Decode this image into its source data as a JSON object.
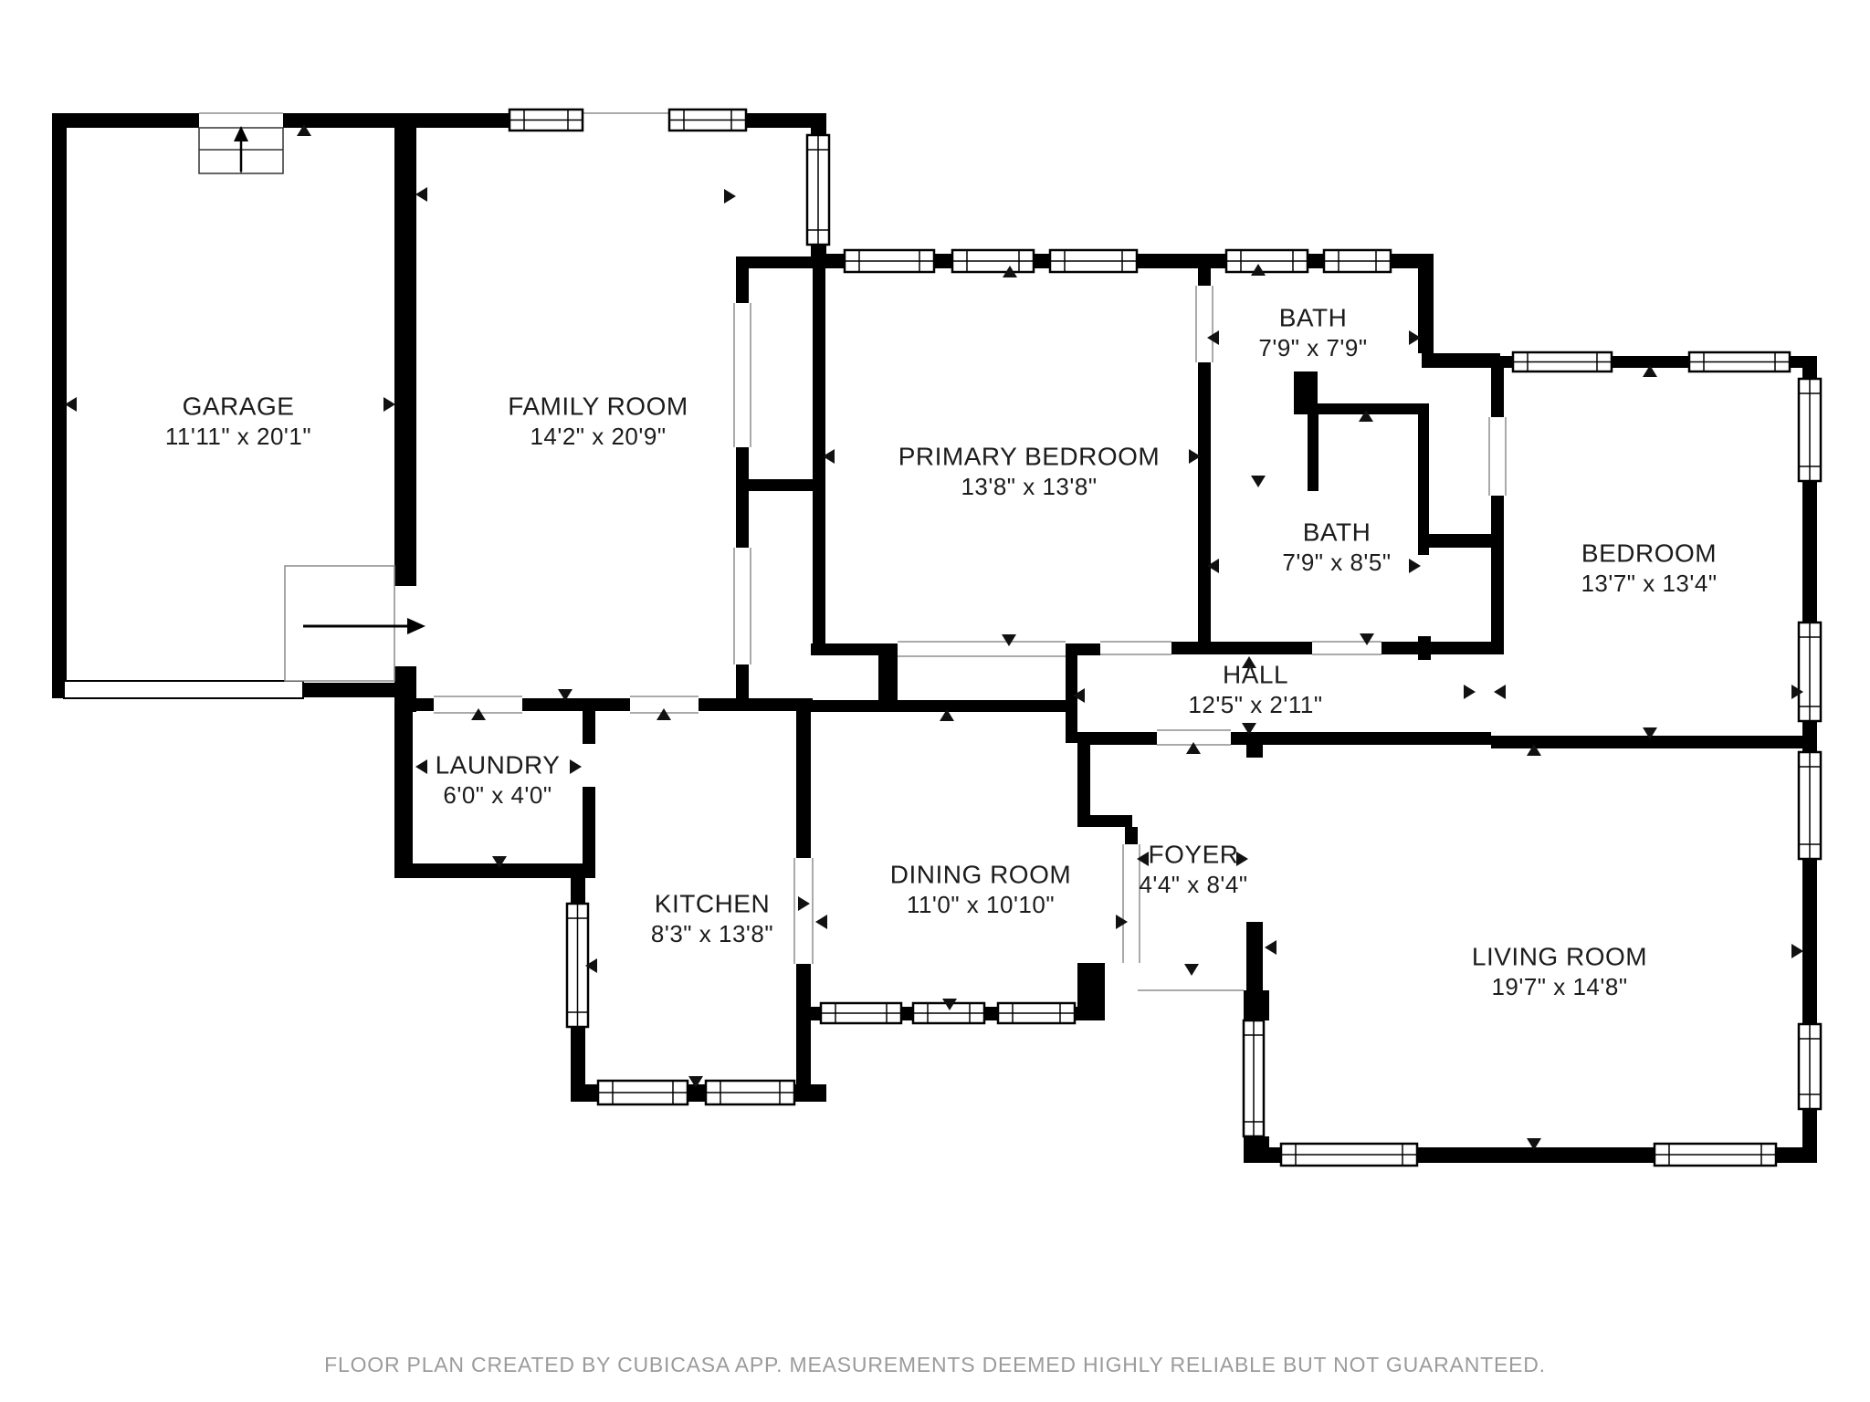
{
  "page": {
    "background": "#ffffff"
  },
  "floor_plan": {
    "wall_color": "#000000",
    "marker_color": "#111111",
    "window_border_color": "#000000",
    "opening_line_color": "#aaaaaa",
    "rooms": [
      {
        "id": "garage",
        "name": "GARAGE",
        "dims": "11'11\" x 20'1\""
      },
      {
        "id": "family",
        "name": "FAMILY ROOM",
        "dims": "14'2\" x 20'9\""
      },
      {
        "id": "primary",
        "name": "PRIMARY BEDROOM",
        "dims": "13'8\" x 13'8\""
      },
      {
        "id": "bath1",
        "name": "BATH",
        "dims": "7'9\" x 7'9\""
      },
      {
        "id": "bath2",
        "name": "BATH",
        "dims": "7'9\" x 8'5\""
      },
      {
        "id": "bedroom",
        "name": "BEDROOM",
        "dims": "13'7\" x 13'4\""
      },
      {
        "id": "hall",
        "name": "HALL",
        "dims": "12'5\" x 2'11\""
      },
      {
        "id": "laundry",
        "name": "LAUNDRY",
        "dims": "6'0\" x 4'0\""
      },
      {
        "id": "kitchen",
        "name": "KITCHEN",
        "dims": "8'3\" x 13'8\""
      },
      {
        "id": "dining",
        "name": "DINING ROOM",
        "dims": "11'0\" x 10'10\""
      },
      {
        "id": "foyer",
        "name": "FOYER",
        "dims": "4'4\" x 8'4\""
      },
      {
        "id": "living",
        "name": "LIVING ROOM",
        "dims": "19'7\" x 14'8\""
      }
    ],
    "footer": {
      "text": "FLOOR PLAN CREATED BY CUBICASA APP. MEASUREMENTS DEEMED HIGHLY RELIABLE BUT NOT GUARANTEED."
    }
  }
}
